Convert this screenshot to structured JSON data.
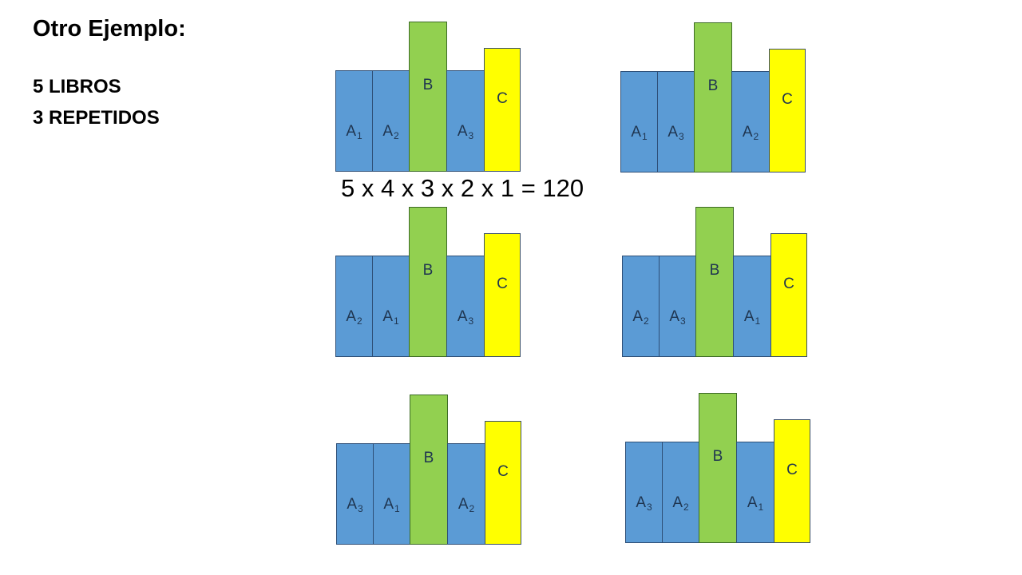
{
  "heading": {
    "title": "Otro Ejemplo:",
    "line1": "5 LIBROS",
    "line2": "3 REPETIDOS"
  },
  "formula": "5 x 4 x 3 x 2 x 1 = 120",
  "colors": {
    "a_books": "#5b9bd5",
    "b_book": "#92d050",
    "c_book": "#ffff00"
  },
  "arrangements": [
    {
      "books": [
        {
          "letter": "A",
          "sub": "1"
        },
        {
          "letter": "A",
          "sub": "2"
        },
        {
          "letter": "B",
          "sub": ""
        },
        {
          "letter": "A",
          "sub": "3"
        },
        {
          "letter": "C",
          "sub": ""
        }
      ]
    },
    {
      "books": [
        {
          "letter": "A",
          "sub": "1"
        },
        {
          "letter": "A",
          "sub": "3"
        },
        {
          "letter": "B",
          "sub": ""
        },
        {
          "letter": "A",
          "sub": "2"
        },
        {
          "letter": "C",
          "sub": ""
        }
      ]
    },
    {
      "books": [
        {
          "letter": "A",
          "sub": "2"
        },
        {
          "letter": "A",
          "sub": "1"
        },
        {
          "letter": "B",
          "sub": ""
        },
        {
          "letter": "A",
          "sub": "3"
        },
        {
          "letter": "C",
          "sub": ""
        }
      ]
    },
    {
      "books": [
        {
          "letter": "A",
          "sub": "2"
        },
        {
          "letter": "A",
          "sub": "3"
        },
        {
          "letter": "B",
          "sub": ""
        },
        {
          "letter": "A",
          "sub": "1"
        },
        {
          "letter": "C",
          "sub": ""
        }
      ]
    },
    {
      "books": [
        {
          "letter": "A",
          "sub": "3"
        },
        {
          "letter": "A",
          "sub": "1"
        },
        {
          "letter": "B",
          "sub": ""
        },
        {
          "letter": "A",
          "sub": "2"
        },
        {
          "letter": "C",
          "sub": ""
        }
      ]
    },
    {
      "books": [
        {
          "letter": "A",
          "sub": "3"
        },
        {
          "letter": "A",
          "sub": "2"
        },
        {
          "letter": "B",
          "sub": ""
        },
        {
          "letter": "A",
          "sub": "1"
        },
        {
          "letter": "C",
          "sub": ""
        }
      ]
    }
  ]
}
